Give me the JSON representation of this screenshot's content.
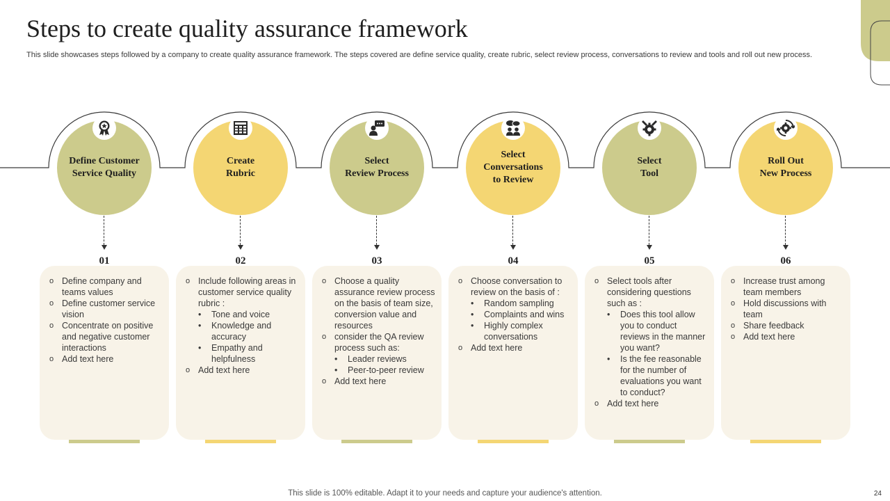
{
  "title": "Steps to create quality assurance framework",
  "subtitle": "This slide showcases steps followed by a company to create quality assurance framework. The steps covered are define service quality, create rubric, select review process, conversations to review and tools and roll out new process.",
  "colors": {
    "green": "#cccb8c",
    "yellow": "#f4d673",
    "card": "#f8f3e8"
  },
  "steps": [
    {
      "title": "Define Customer\nService Quality",
      "num": "01",
      "icon": "award-ribbon-icon",
      "color": "green",
      "items": [
        {
          "t": "o",
          "text": "Define company and teams values"
        },
        {
          "t": "o",
          "text": "Define customer service vision"
        },
        {
          "t": "o",
          "text": "Concentrate on positive and negative customer interactions"
        },
        {
          "t": "o",
          "text": "Add text here"
        }
      ]
    },
    {
      "title": "Create\nRubric",
      "num": "02",
      "icon": "table-grid-icon",
      "color": "yellow",
      "items": [
        {
          "t": "o",
          "text": "Include following areas in customer service quality rubric :"
        },
        {
          "t": "b",
          "text": "Tone and voice"
        },
        {
          "t": "b",
          "text": "Knowledge and accuracy"
        },
        {
          "t": "b",
          "text": "Empathy and helpfulness"
        },
        {
          "t": "o",
          "text": "Add text here"
        }
      ]
    },
    {
      "title": "Select\nReview Process",
      "num": "03",
      "icon": "user-chat-icon",
      "color": "green",
      "items": [
        {
          "t": "o",
          "text": "Choose a quality assurance review process on the basis of team size, conversion value and resources"
        },
        {
          "t": "o",
          "text": "consider the QA review process such as:"
        },
        {
          "t": "b",
          "text": "Leader reviews"
        },
        {
          "t": "b",
          "text": "Peer-to-peer review"
        },
        {
          "t": "o",
          "text": "Add text here"
        }
      ]
    },
    {
      "title": "Select\nConversations\nto Review",
      "num": "04",
      "icon": "conversation-icon",
      "color": "yellow",
      "items": [
        {
          "t": "o",
          "text": "Choose conversation to review on the basis of :"
        },
        {
          "t": "b",
          "text": "Random sampling"
        },
        {
          "t": "b",
          "text": "Complaints and wins"
        },
        {
          "t": "b",
          "text": "Highly complex conversations"
        },
        {
          "t": "o",
          "text": "Add text here"
        }
      ]
    },
    {
      "title": "Select\nTool",
      "num": "05",
      "icon": "tools-gear-icon",
      "color": "green",
      "items": [
        {
          "t": "o",
          "text": "Select tools after considering questions such as :"
        },
        {
          "t": "b",
          "text": "Does this tool allow you to conduct reviews in the manner you want?"
        },
        {
          "t": "b",
          "text": "Is the fee reasonable for the number of evaluations you want to conduct?"
        },
        {
          "t": "o",
          "text": "Add text here"
        }
      ]
    },
    {
      "title": "Roll Out\nNew Process",
      "num": "06",
      "icon": "refresh-gear-icon",
      "color": "yellow",
      "items": [
        {
          "t": "o",
          "text": "Increase trust among team members"
        },
        {
          "t": "o",
          "text": "Hold discussions with team"
        },
        {
          "t": "o",
          "text": "Share feedback"
        },
        {
          "t": "o",
          "text": "Add text here"
        }
      ]
    }
  ],
  "footer": "This slide is 100% editable. Adapt it to your needs and capture your audience's attention.",
  "page_number": "24"
}
